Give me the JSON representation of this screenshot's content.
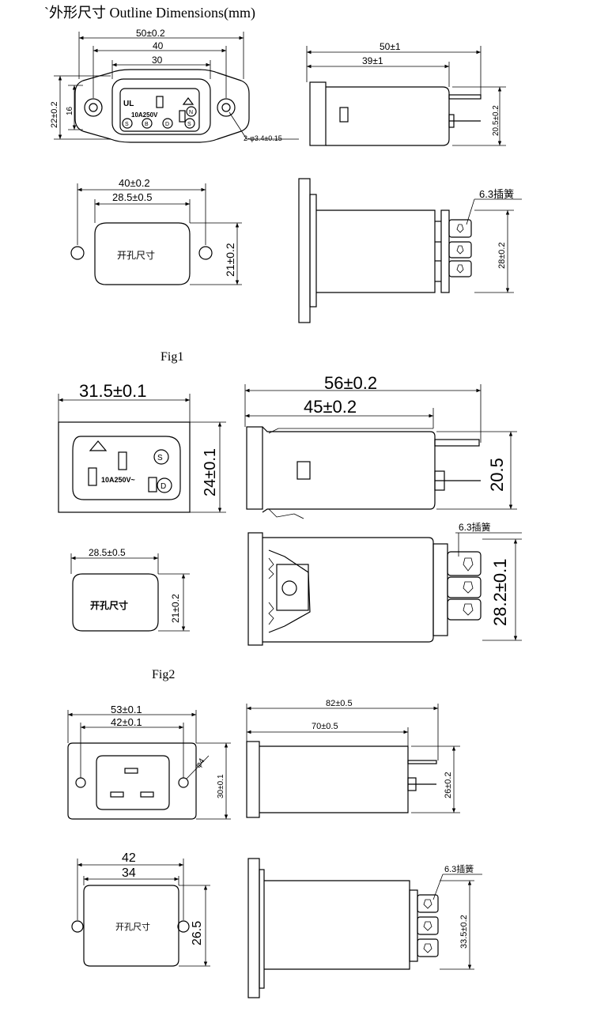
{
  "header": {
    "title": "`外形尺寸 Outline Dimensions(mm)"
  },
  "fig1": {
    "caption": "Fig1",
    "front": {
      "w_outer": "50±0.2",
      "w_mid": "40",
      "w_inner": "30",
      "h_outer": "22±0.2",
      "h_inner": "16",
      "holes": "2-φ3.4±0.15",
      "rating": "10A250V"
    },
    "side": {
      "len_total": "50±1",
      "len_body": "39±1",
      "height": "20.5±0.2"
    },
    "cutout": {
      "w_holes": "40±0.2",
      "w_cut": "28.5±0.5",
      "h_cut": "21±0.2",
      "label": "开孔尺寸"
    },
    "top": {
      "terminal": "6.3插簧",
      "height": "28±0.2"
    }
  },
  "fig2": {
    "caption": "Fig2",
    "front": {
      "width": "31.5±0.1",
      "height": "24±0.1",
      "rating": "10A250V~"
    },
    "side": {
      "len_total": "56±0.2",
      "len_body": "45±0.2",
      "height": "20.5"
    },
    "cutout": {
      "w_cut": "28.5±0.5",
      "h_cut": "21±0.2",
      "label": "开孔尺寸"
    },
    "top": {
      "terminal": "6.3插簧",
      "height": "28.2±0.1"
    }
  },
  "fig3": {
    "front": {
      "w_outer": "53±0.1",
      "w_inner": "42±0.1",
      "hole": "φ4",
      "height": "30±0.1"
    },
    "side": {
      "len_total": "82±0.5",
      "len_body": "70±0.5",
      "height": "26±0.2"
    },
    "cutout": {
      "w_holes": "42",
      "w_cut": "34",
      "h_cut": "26.5",
      "label": "开孔尺寸"
    },
    "top": {
      "terminal": "6.3插簧",
      "height": "33.5±0.2"
    }
  }
}
